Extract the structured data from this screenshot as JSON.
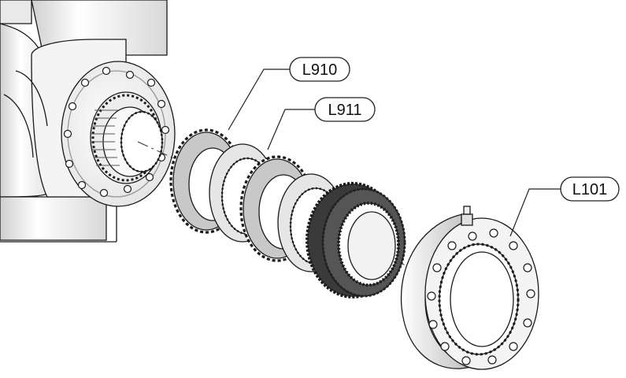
{
  "callouts": {
    "l910": "L910",
    "l911": "L911",
    "l101": "L101"
  },
  "colors": {
    "outline": "#1a1a1a",
    "metal_light": "#f2f2f2",
    "metal_mid": "#d9d9d9",
    "metal_dark": "#9a9a9a",
    "friction_plate": "#c8c8c8",
    "steel_plate": "#e6e6e6"
  }
}
